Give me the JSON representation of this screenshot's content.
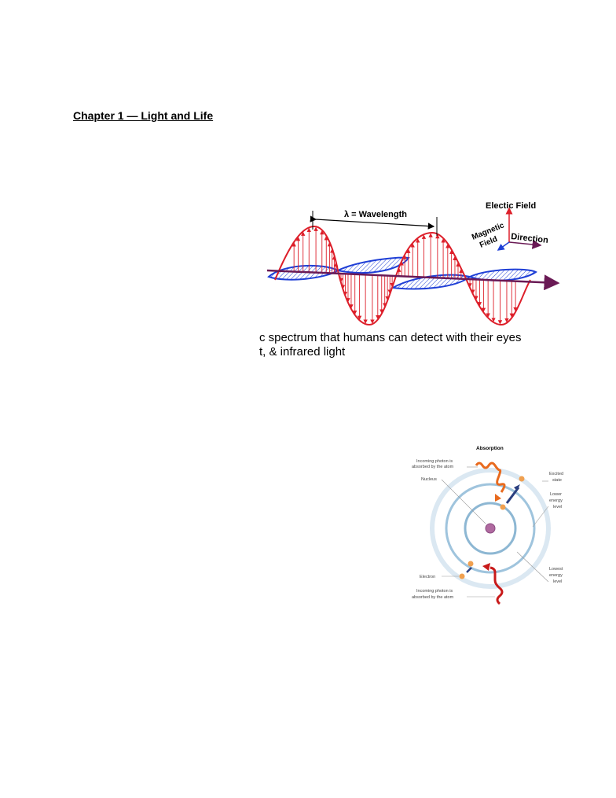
{
  "document": {
    "title": "Chapter 1 — Light and Life",
    "text_line_1": "c spectrum that humans can detect with their eyes",
    "text_line_2": "t, & infrared light"
  },
  "wave_figure": {
    "wavelength_label": "λ = Wavelength",
    "electric_field_label": "Electic Field",
    "magnetic_field_label_1": "Magnetic",
    "magnetic_field_label_2": "Field",
    "direction_label": "Direction",
    "colors": {
      "electric": "#dd1f2a",
      "magnetic": "#1f3fd6",
      "axis": "#6a1a55"
    }
  },
  "atom_figure": {
    "title": "Absorption",
    "incoming_top_1": "Incoming photon is",
    "incoming_top_2": "absorbed by the atom",
    "nucleus": "Nucleus",
    "excited_1": "Excited",
    "excited_2": "state",
    "lower_1": "Lower",
    "lower_2": "energy",
    "lower_3": "level",
    "lowest_1": "Lowest",
    "lowest_2": "energy",
    "lowest_3": "level",
    "electron": "Electron",
    "incoming_bottom_1": "Incoming photon is",
    "incoming_bottom_2": "absorbed by the atom"
  }
}
